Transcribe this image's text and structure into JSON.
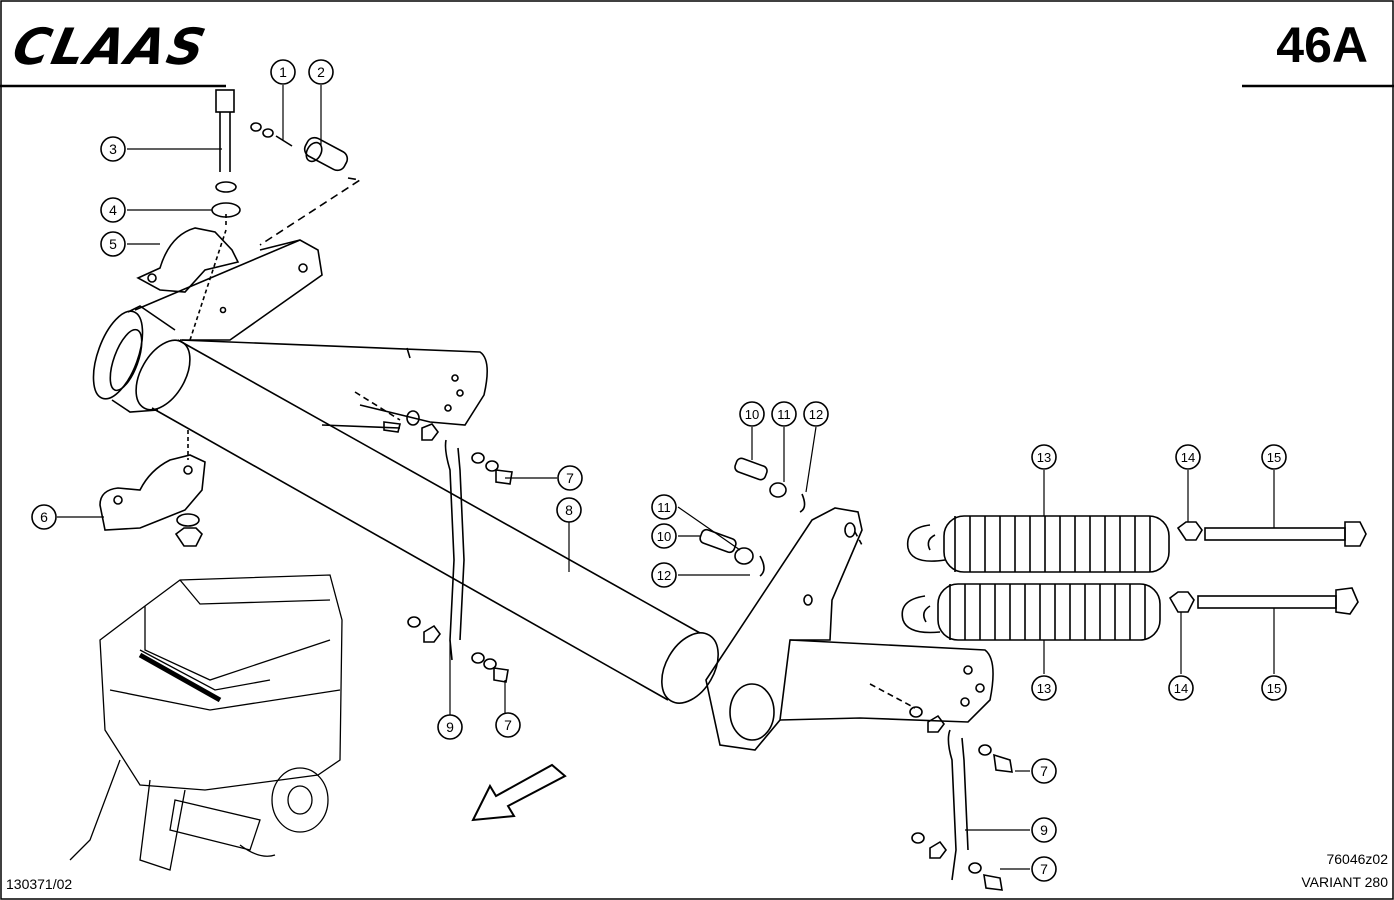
{
  "header": {
    "brand": "CLAAS",
    "page_number": "46A"
  },
  "footer": {
    "left_code": "130371/02",
    "drawing_code": "76046z02",
    "model": "VARIANT 280"
  },
  "callouts": [
    {
      "id": "c1",
      "number": "1"
    },
    {
      "id": "c2",
      "number": "2"
    },
    {
      "id": "c3",
      "number": "3"
    },
    {
      "id": "c4",
      "number": "4"
    },
    {
      "id": "c5",
      "number": "5"
    },
    {
      "id": "c6",
      "number": "6"
    },
    {
      "id": "c7a",
      "number": "7"
    },
    {
      "id": "c7b",
      "number": "7"
    },
    {
      "id": "c7c",
      "number": "7"
    },
    {
      "id": "c7d",
      "number": "7"
    },
    {
      "id": "c8",
      "number": "8"
    },
    {
      "id": "c9a",
      "number": "9"
    },
    {
      "id": "c9b",
      "number": "9"
    },
    {
      "id": "c10a",
      "number": "10"
    },
    {
      "id": "c10b",
      "number": "10"
    },
    {
      "id": "c11a",
      "number": "11"
    },
    {
      "id": "c11b",
      "number": "11"
    },
    {
      "id": "c12a",
      "number": "12"
    },
    {
      "id": "c12b",
      "number": "12"
    },
    {
      "id": "c13a",
      "number": "13"
    },
    {
      "id": "c13b",
      "number": "13"
    },
    {
      "id": "c14a",
      "number": "14"
    },
    {
      "id": "c14b",
      "number": "14"
    },
    {
      "id": "c15a",
      "number": "15"
    },
    {
      "id": "c15b",
      "number": "15"
    }
  ]
}
